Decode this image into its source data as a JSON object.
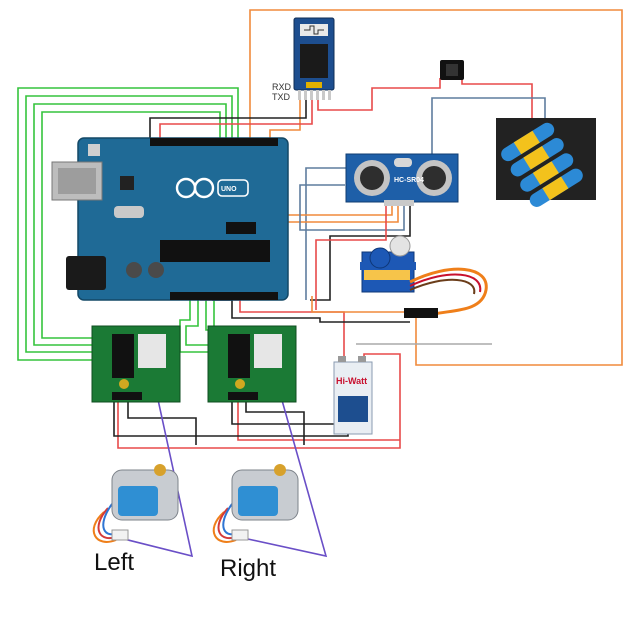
{
  "bluetooth": {
    "pin_rx": "RXD",
    "pin_tx": "TXD"
  },
  "ultrasonic": {
    "model": "HC-SR04"
  },
  "arduino": {
    "logo": "UNO"
  },
  "battery9v": {
    "brand": "Hi-Watt"
  },
  "motors": {
    "left_label": "Left",
    "right_label": "Right"
  },
  "colors": {
    "power": "#e84a4a",
    "ground": "#222222",
    "signal": "#f08a3c",
    "control": "#35c43d",
    "data": "#5a8fd6",
    "coil": "#6a4fc7"
  }
}
